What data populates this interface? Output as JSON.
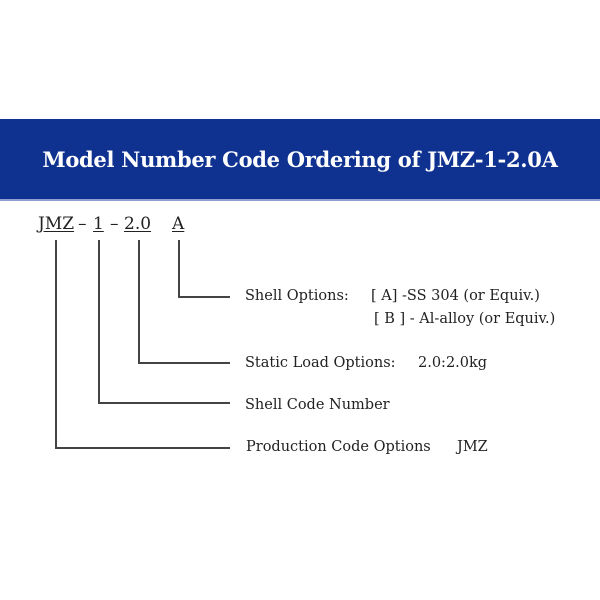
{
  "banner": {
    "title": "Model Number Code Ordering of JMZ-1-2.0A",
    "background_color": "#0f3290",
    "text_color": "#ffffff"
  },
  "code": {
    "segments": [
      {
        "text": "JMZ"
      },
      {
        "text": "1"
      },
      {
        "text": "2.0"
      },
      {
        "text": "A"
      }
    ],
    "separators": [
      "–",
      "–"
    ]
  },
  "descriptions": {
    "shell_options": {
      "label": "Shell Options:",
      "option_a": "[ A] -SS 304 (or Equiv.)",
      "option_b": "[ B ] - Al-alloy (or Equiv.)"
    },
    "static_load": {
      "label": "Static Load Options:",
      "value": "2.0:2.0kg"
    },
    "shell_code": {
      "label": "Shell Code Number"
    },
    "production_code": {
      "label": "Production Code Options",
      "value": "JMZ"
    }
  }
}
